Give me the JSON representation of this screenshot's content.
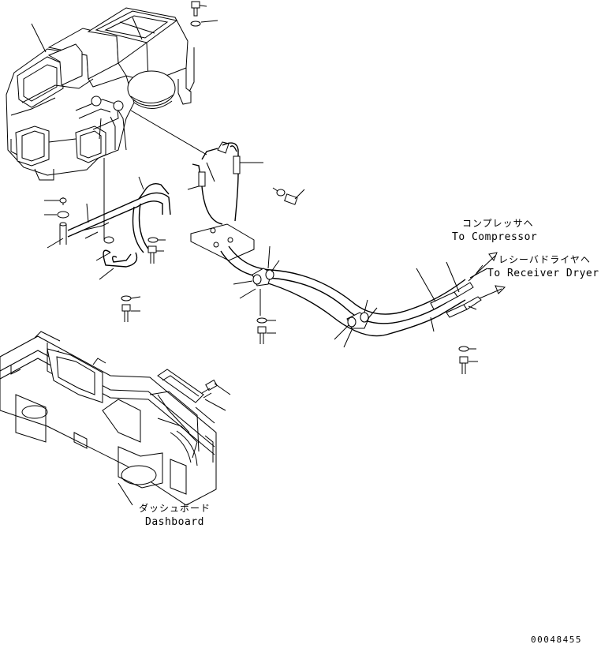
{
  "labels": {
    "compressor_jp": "コンプレッサヘ",
    "compressor_en": "To Compressor",
    "receiver_jp": "レシーバドライヤヘ",
    "receiver_en": "To Receiver Dryer",
    "dashboard_jp": "ダッシュボード",
    "dashboard_en": "Dashboard",
    "drawing_number": "00048455"
  }
}
